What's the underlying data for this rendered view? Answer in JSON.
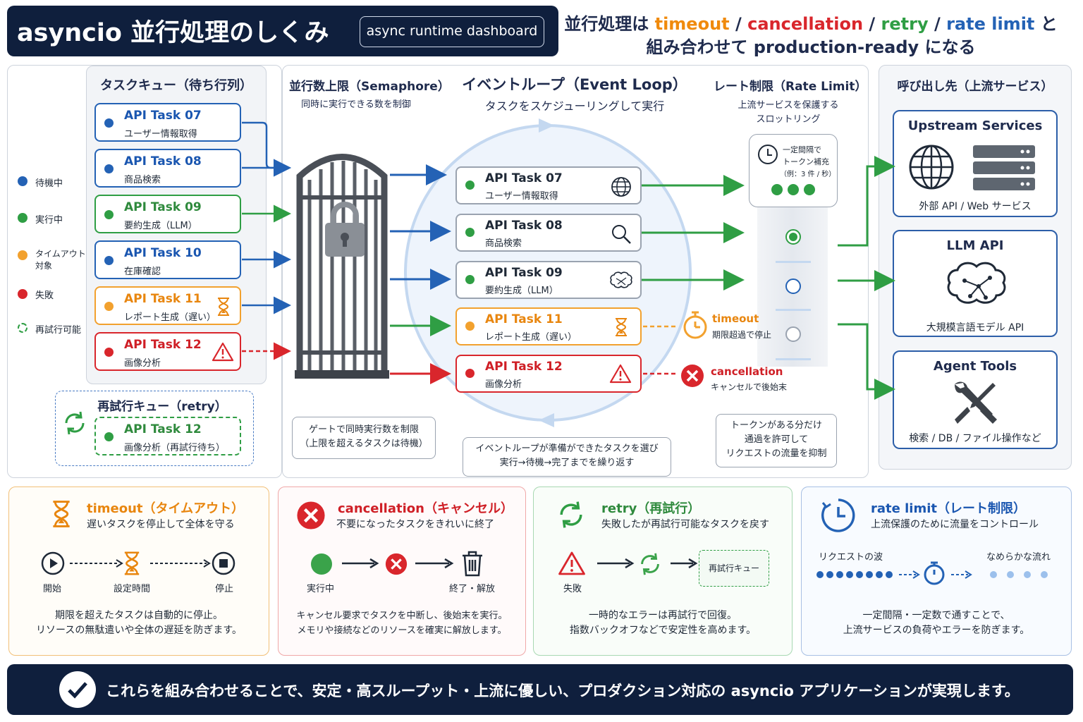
{
  "header": {
    "title": "asyncio 並行処理のしくみ",
    "badge": "async runtime dashboard"
  },
  "tagline": {
    "prefix": "並行処理は ",
    "timeout": "timeout",
    "sep1": " / ",
    "cancellation": "cancellation",
    "sep2": " / ",
    "retry": "retry",
    "sep3": " / ",
    "rate_limit": "rate limit",
    "suffix": " と",
    "line2": "組み合わせて production-ready になる"
  },
  "legend": {
    "waiting": "待機中",
    "running": "実行中",
    "timeout_line1": "タイムアウト",
    "timeout_line2": "対象",
    "failed": "失敗",
    "retryable": "再試行可能"
  },
  "queue": {
    "title": "タスクキュー（待ち行列）",
    "tasks": [
      {
        "name": "API Task 07",
        "desc": "ユーザー情報取得"
      },
      {
        "name": "API Task 08",
        "desc": "商品検索"
      },
      {
        "name": "API Task 09",
        "desc": "要約生成（LLM）"
      },
      {
        "name": "API Task 10",
        "desc": "在庫確認"
      },
      {
        "name": "API Task 11",
        "desc": "レポート生成（遅い）"
      },
      {
        "name": "API Task 12",
        "desc": "画像分析"
      }
    ]
  },
  "retry_queue": {
    "title": "再試行キュー（retry）",
    "task_name": "API Task 12",
    "task_desc": "画像分析（再試行待ち）"
  },
  "semaphore": {
    "title": "並行数上限（Semaphore）",
    "subtitle": "同時に実行できる数を制御",
    "note_line1": "ゲートで同時実行数を制限",
    "note_line2": "（上限を超えるタスクは待機）"
  },
  "event_loop": {
    "title": "イベントループ（Event Loop）",
    "subtitle": "タスクをスケジューリングして実行",
    "tasks": [
      {
        "name": "API Task 07",
        "desc": "ユーザー情報取得"
      },
      {
        "name": "API Task 08",
        "desc": "商品検索"
      },
      {
        "name": "API Task 09",
        "desc": "要約生成（LLM）"
      },
      {
        "name": "API Task 11",
        "desc": "レポート生成（遅い）"
      },
      {
        "name": "API Task 12",
        "desc": "画像分析"
      }
    ],
    "note_line1": "イベントループが準備ができたタスクを選び",
    "note_line2": "実行→待機→完了までを繰り返す"
  },
  "rate_limit": {
    "title": "レート制限（Rate Limit）",
    "subtitle_line1": "上流サービスを保護する",
    "subtitle_line2": "スロットリング",
    "bucket_line1": "一定間隔で",
    "bucket_line2": "トークン補充",
    "bucket_line3": "（例：3 件 / 秒）",
    "timeout_label": "timeout",
    "timeout_desc": "期限超過で停止",
    "cancel_label": "cancellation",
    "cancel_desc": "キャンセルで後始末",
    "note_line1": "トークンがある分だけ",
    "note_line2": "通過を許可して",
    "note_line3": "リクエストの流量を抑制"
  },
  "upstream": {
    "title": "呼び出し先（上流サービス）",
    "services": [
      {
        "title": "Upstream Services",
        "desc": "外部 API / Web サービス"
      },
      {
        "title": "LLM API",
        "desc": "大規模言語モデル API"
      },
      {
        "title": "Agent Tools",
        "desc": "検索 / DB / ファイル操作など"
      }
    ]
  },
  "cards": {
    "timeout": {
      "title": "timeout（タイムアウト）",
      "subtitle": "遅いタスクを停止して全体を守る",
      "label_start": "開始",
      "label_set": "設定時間",
      "label_stop": "停止",
      "footer_line1": "期限を超えたタスクは自動的に停止。",
      "footer_line2": "リソースの無駄遣いや全体の遅延を防ぎます。"
    },
    "cancellation": {
      "title": "cancellation（キャンセル）",
      "subtitle": "不要になったタスクをきれいに終了",
      "label_running": "実行中",
      "label_end": "終了・解放",
      "footer_line1": "キャンセル要求でタスクを中断し、後始末を実行。",
      "footer_line2": "メモリや接続などのリソースを確実に解放します。"
    },
    "retry": {
      "title": "retry（再試行）",
      "subtitle": "失敗したが再試行可能なタスクを戻す",
      "label_fail": "失敗",
      "label_queue": "再試行キュー",
      "footer_line1": "一時的なエラーは再試行で回復。",
      "footer_line2": "指数バックオフなどで安定性を高めます。"
    },
    "rate_limit": {
      "title": "rate limit（レート制限）",
      "subtitle": "上流保護のために流量をコントロール",
      "label_wave": "リクエストの波",
      "label_smooth": "なめらかな流れ",
      "footer_line1": "一定間隔・一定数で通すことで、",
      "footer_line2": "上流サービスの負荷やエラーを防ぎます。"
    }
  },
  "footer": {
    "text": "これらを組み合わせることで、安定・高スループット・上流に優しい、プロダクション対応の asyncio アプリケーションが実現します。"
  },
  "colors": {
    "navy": "#0f1f3d",
    "blue": "#2462b5",
    "green": "#2f9e44",
    "orange": "#f2a12e",
    "red": "#d9262c"
  }
}
